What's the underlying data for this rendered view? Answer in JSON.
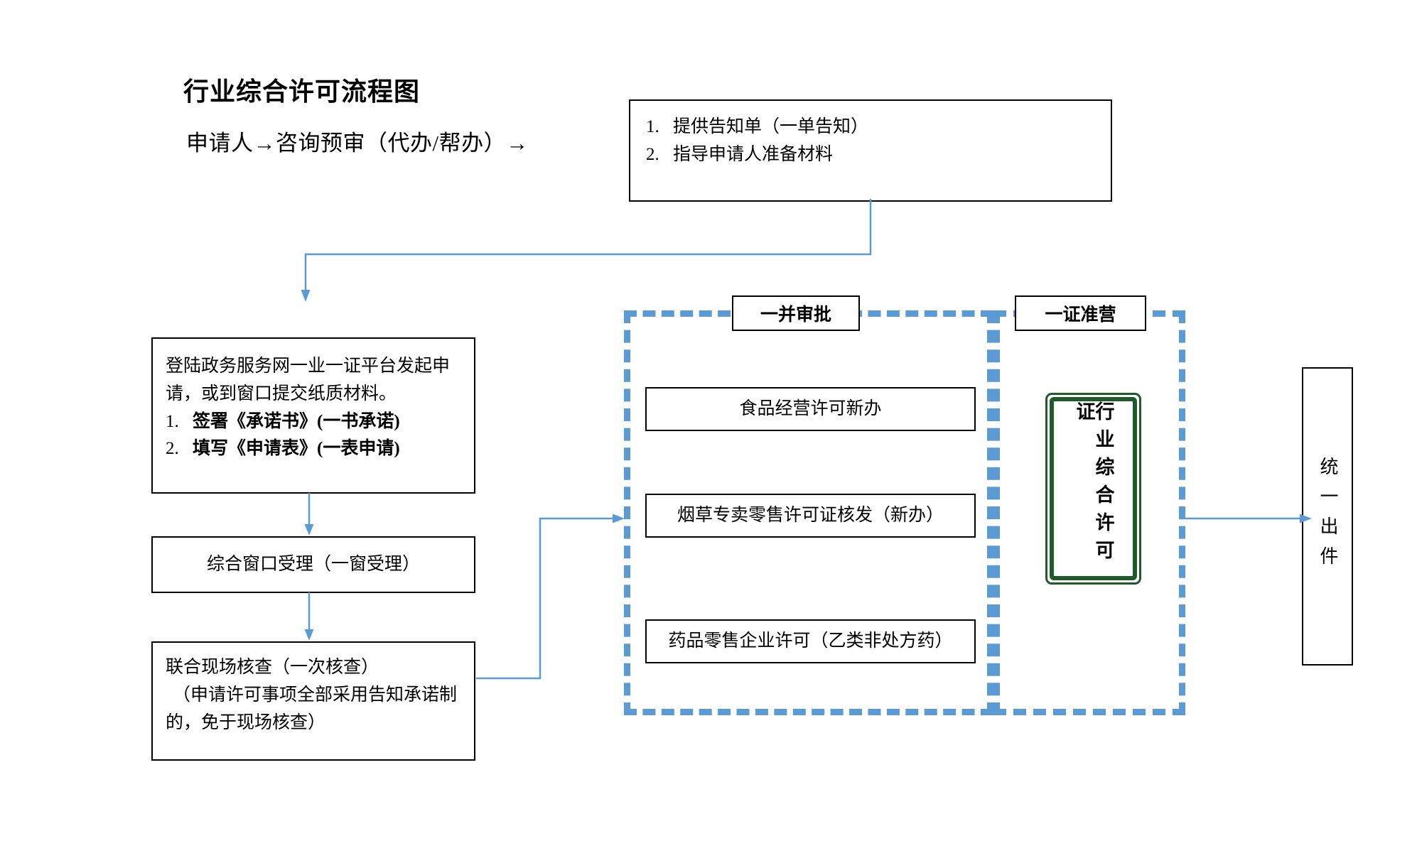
{
  "header": {
    "title": "行业综合许可流程图",
    "subtitle": "申请人→咨询预审（代办/帮办）→"
  },
  "colors": {
    "dashed_group": "#5B9BD5",
    "connector": "#5B9BD5",
    "certificate_border": "#1E5B2A",
    "box_border": "#000000",
    "text": "#000000",
    "background": "#FFFFFF"
  },
  "nodes": {
    "pre_review": {
      "items": [
        {
          "num": "1.",
          "text": "提供告知单（一单告知）"
        },
        {
          "num": "2.",
          "text": "指导申请人准备材料"
        }
      ]
    },
    "application": {
      "line1": "登陆政务服务网一业一证平台发起申",
      "line2": "请，或到窗口提交纸质材料。",
      "items": [
        {
          "num": "1.",
          "text": "签署《承诺书》(一书承诺)"
        },
        {
          "num": "2.",
          "text": "填写《申请表》(一表申请)"
        }
      ]
    },
    "acceptance": {
      "label": "综合窗口受理（一窗受理）"
    },
    "inspection": {
      "line1": "联合现场核查（一次核查）",
      "line2": "（申请许可事项全部采用告知承诺制",
      "line3": "的，免于现场核查）"
    },
    "group_approval": {
      "label": "一并审批",
      "permits": [
        "食品经营许可新办",
        "烟草专卖零售许可证核发（新办）",
        "药品零售企业许可（乙类非处方药）"
      ]
    },
    "group_license": {
      "label": "一证准营",
      "certificate": "行业综合许可证"
    },
    "output": {
      "label": "统一出件"
    }
  }
}
